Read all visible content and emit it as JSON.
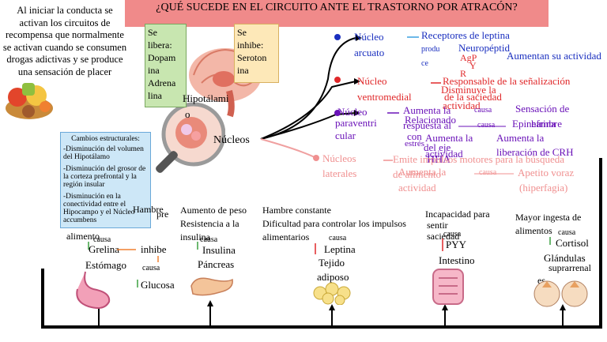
{
  "title": "¿QUÉ SUCEDE EN EL CIRCUITO ANTE EL TRASTORNO POR ATRACÓN?",
  "intro": "Al iniciar la conducta se activan los circuitos de recompensa que normalmente se activan cuando se consumen drogas adictivas y se produce una sensación de placer",
  "green_box": [
    "Se",
    "libera:",
    "Dopam",
    "ina",
    "Adrena",
    "lina"
  ],
  "yellow_box": [
    "Se",
    "inhibe:",
    "Seroton",
    "ina"
  ],
  "hypothalamus": [
    "Hipotálami",
    "o"
  ],
  "nucleos": "Núcleos",
  "changes": {
    "title": "Cambios estructurales:",
    "items": [
      "-Disminución del volumen del Hipotálamo",
      "-Disminución del grosor de la corteza prefrontal y la región insular",
      "-Disminución en la conectividad entre el Hipocampo y el Núcleo accumbens"
    ]
  },
  "branches": {
    "arcuato": {
      "name": [
        "Núcleo",
        "arcuato"
      ],
      "produce": [
        "produ",
        "ce"
      ],
      "leptina": "Receptores de leptina",
      "neuro": "Neuropéptid",
      "agrp": [
        "AgP",
        "Y",
        "R"
      ],
      "aumentan": "Aumentan su actividad"
    },
    "ventromedial": {
      "name": [
        "Núcleo",
        "ventromedial"
      ],
      "responsable": "Responsable de la señalización",
      "saciedad": "de la saciedad",
      "disminuye": [
        "Disminuye la",
        "actividad"
      ]
    },
    "paraventricular": {
      "name": [
        "Núcleo",
        "paraventri",
        "cular"
      ],
      "aumenta1": [
        "Aumenta la",
        "respuesta al"
      ],
      "relacionado": "Relacionado",
      "con": "con",
      "estres": "estrés",
      "aumenta2": [
        "Aumenta la",
        "actividad"
      ],
      "eje": [
        "del eje",
        "HHA"
      ],
      "causa1": "causa",
      "sensacion": [
        "Sensación de",
        "hambre"
      ],
      "epinefrina": "Epinefrina",
      "causa2": "causa",
      "liberacion": [
        "Aumenta la",
        "liberación de CRH"
      ]
    },
    "laterales": {
      "name": [
        "Núcleos",
        "laterales"
      ],
      "emite": "Emite impulsos motores para la búsqueda",
      "alimento": "de alimento",
      "aumenta": [
        "Aumenta la",
        "actividad"
      ],
      "causa": "causa",
      "apetito": [
        "Apetito voraz",
        "(hiperfagia)"
      ]
    }
  },
  "bottom": {
    "estomago": {
      "top": [
        "Hambre",
        "pre",
        "alimento"
      ],
      "causa": "causa",
      "hormone": "Grelina",
      "organ": "Estómago",
      "inhibe": "inhibe",
      "causa2": "causa",
      "glucosa": "Glucosa"
    },
    "pancreas": {
      "top": [
        "Aumento de peso",
        "Resistencia a la",
        "insulina"
      ],
      "causa": "causa",
      "hormone": "Insulina",
      "organ": "Páncreas"
    },
    "adiposo": {
      "top": [
        "Hambre constante",
        "Dificultad para controlar los impulsos",
        "alimentarios"
      ],
      "causa": "causa",
      "hormone": "Leptina",
      "organ": [
        "Tejido",
        "adiposo"
      ]
    },
    "intestino": {
      "top": [
        "Incapacidad para",
        "sentir",
        "saciedad"
      ],
      "causa": "causa",
      "hormone": "PYY",
      "organ": "Intestino"
    },
    "glandulas": {
      "top": [
        "Mayor ingesta de",
        "alimentos"
      ],
      "causa": "causa",
      "hormone": "Cortisol",
      "organ": [
        "Glándulas",
        "suprarrenal",
        "es"
      ]
    }
  },
  "colors": {
    "title_bg": "#f08a8a",
    "blue": "#1a2fbf",
    "red": "#e0282a",
    "purple": "#6a12b8",
    "pink": "#f09090",
    "green_box": "#c8e6b0",
    "yellow_box": "#fde8b8",
    "blue_box": "#cde7f7"
  }
}
